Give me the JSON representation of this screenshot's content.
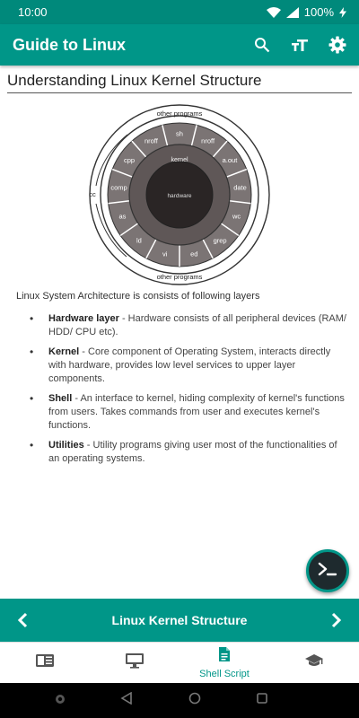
{
  "status_bar": {
    "time": "10:00",
    "battery": "100%"
  },
  "app_bar": {
    "title": "Guide to Linux",
    "icons": [
      "search-icon",
      "text-size-icon",
      "settings-icon"
    ]
  },
  "page": {
    "title": "Understanding Linux Kernel Structure",
    "diagram": {
      "outer_top": "other programs",
      "outer_bottom": "other programs",
      "outer_left": "cc",
      "ring_labels": [
        "sh",
        "nroff",
        "a.out",
        "date",
        "wc",
        "grep",
        "ed",
        "vi",
        "ld",
        "as",
        "comp",
        "cpp",
        "nroff"
      ],
      "kernel": "kernel",
      "hardware": "hardware"
    },
    "intro": "Linux System Architecture is consists of following layers",
    "layers": [
      {
        "name": "Hardware layer",
        "desc": " - Hardware consists of all peripheral devices (RAM/ HDD/ CPU etc)."
      },
      {
        "name": "Kernel",
        "desc": " - Core component of Operating System, interacts directly with hardware, provides low level services to upper layer components."
      },
      {
        "name": "Shell",
        "desc": " - An interface to kernel, hiding complexity of kernel's functions from users. Takes commands from user and executes kernel's functions."
      },
      {
        "name": "Utilities",
        "desc": " - Utility programs giving user most of the functionalities of an operating systems."
      }
    ]
  },
  "chapter_bar": {
    "title": "Linux Kernel Structure"
  },
  "bottom_nav": {
    "items": [
      {
        "icon": "book-icon",
        "label": ""
      },
      {
        "icon": "monitor-icon",
        "label": ""
      },
      {
        "icon": "document-icon",
        "label": "Shell Script"
      },
      {
        "icon": "graduation-cap-icon",
        "label": ""
      }
    ]
  },
  "colors": {
    "primary": "#009688",
    "status": "#00897b",
    "fab": "#1e2a2e"
  }
}
